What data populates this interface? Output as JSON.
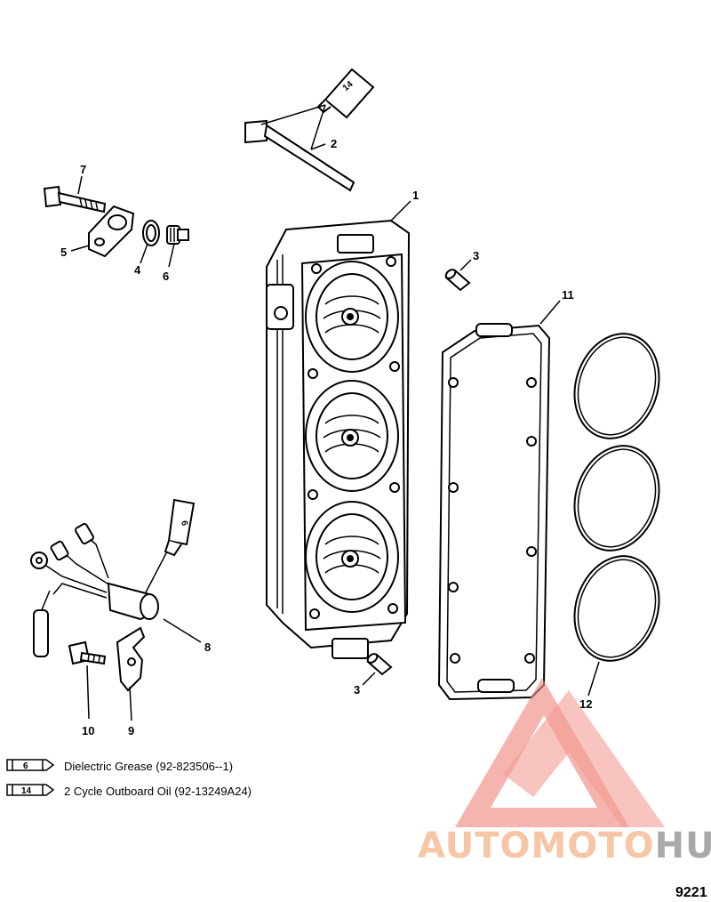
{
  "callouts": {
    "c1": "1",
    "c2": "2",
    "c3a": "3",
    "c3b": "3",
    "c4": "4",
    "c5": "5",
    "c6": "6",
    "c7": "7",
    "c8": "8",
    "c9": "9",
    "c10": "10",
    "c11": "11",
    "c12": "12"
  },
  "tubes": {
    "top": "14",
    "wire": "6"
  },
  "legend": [
    {
      "code": "6",
      "text": "Dielectric Grease (92-823506--1)"
    },
    {
      "code": "14",
      "text": "2 Cycle Outboard Oil (92-13249A24)"
    }
  ],
  "watermark": {
    "part1": "AUTOMOTO",
    "part2": "HUB",
    "color1": "#f6c6a6",
    "color2": "#a7a9ab",
    "logo_color": "#f08a80"
  },
  "figure_number": "9221"
}
